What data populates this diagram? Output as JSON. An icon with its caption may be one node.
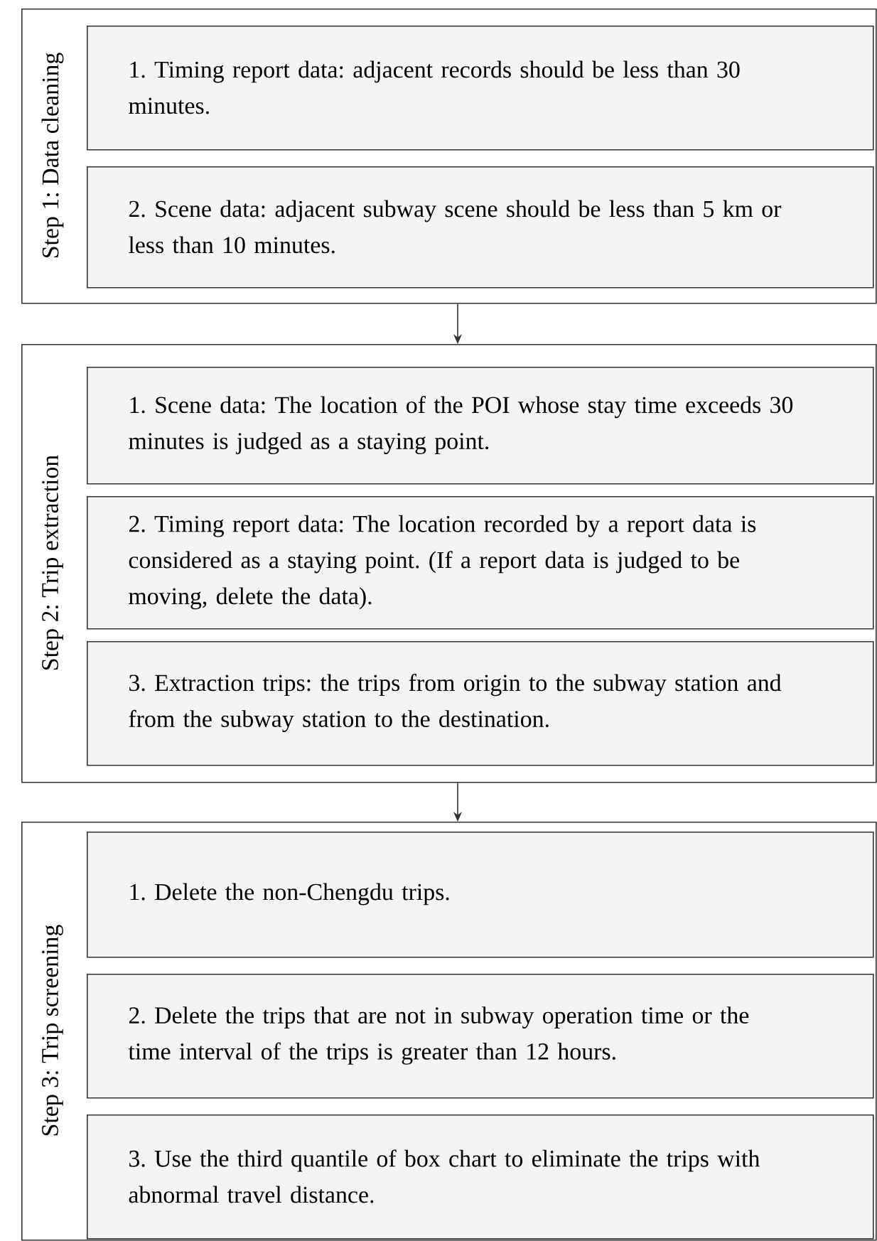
{
  "diagram": {
    "nodes": [
      {
        "text": [
          "Step 1: Data cleaning"
        ]
      },
      {
        "text": [
          "1. Timing report data: adjacent records should be less than 30 minutes."
        ],
        "in": 0
      },
      {
        "text": [
          "2. Scene data: adjacent subway scene should be less than 5 km or less than 10 minutes."
        ],
        "in": 0
      },
      {
        "text": [
          "Step 2: Trip extraction"
        ]
      },
      {
        "text": [
          "1. Scene data: The location of the POI whose stay time exceeds 30 minutes is judged as a staying point."
        ],
        "in": 3
      },
      {
        "text": [
          "2. Timing report data: The location recorded by a report data is considered as a staying point. (If a report data is judged to be moving, delete the data)."
        ],
        "in": 3
      },
      {
        "text": [
          "3. Extraction trips: the trips from origin to the subway station and from the subway station to the destination."
        ],
        "in": 3
      },
      {
        "text": [
          "Step 3: Trip screening"
        ]
      },
      {
        "text": [
          "1. Delete the non-Chengdu trips."
        ],
        "in": 7
      },
      {
        "text": [
          "2. Delete the trips that are not in subway operation time or the time interval of the trips is greater than 12 hours."
        ],
        "in": 7
      },
      {
        "text": [
          "3. Use the third quantile of box chart to eliminate the trips with abnormal travel distance."
        ],
        "in": 7
      }
    ],
    "edges": [
      {
        "from": 0,
        "to": 3,
        "arrow": "to"
      },
      {
        "from": 3,
        "to": 7,
        "arrow": "to"
      }
    ]
  }
}
